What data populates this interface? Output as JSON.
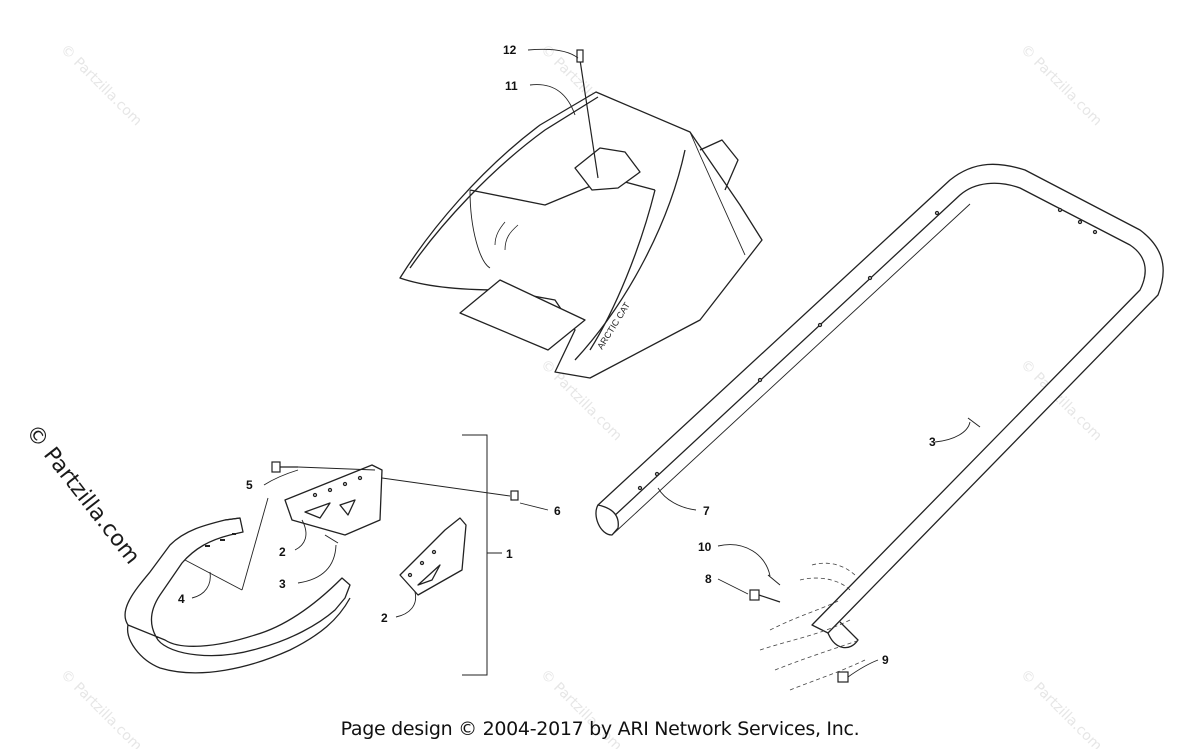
{
  "watermark": {
    "main_text": "© Partzilla.com",
    "faint_text": "© Partzilla.com"
  },
  "footer": {
    "text": "Page design © 2004-2017 by ARI Network Services, Inc."
  },
  "hood": {
    "brand_text": "ARCTIC CAT"
  },
  "callouts": [
    {
      "id": "12",
      "label": "12"
    },
    {
      "id": "11",
      "label": "11"
    },
    {
      "id": "5",
      "label": "5"
    },
    {
      "id": "6",
      "label": "6"
    },
    {
      "id": "1",
      "label": "1"
    },
    {
      "id": "2a",
      "label": "2"
    },
    {
      "id": "3a",
      "label": "3"
    },
    {
      "id": "4",
      "label": "4"
    },
    {
      "id": "2b",
      "label": "2"
    },
    {
      "id": "3b",
      "label": "3"
    },
    {
      "id": "7",
      "label": "7"
    },
    {
      "id": "10",
      "label": "10"
    },
    {
      "id": "8",
      "label": "8"
    },
    {
      "id": "9",
      "label": "9"
    }
  ]
}
